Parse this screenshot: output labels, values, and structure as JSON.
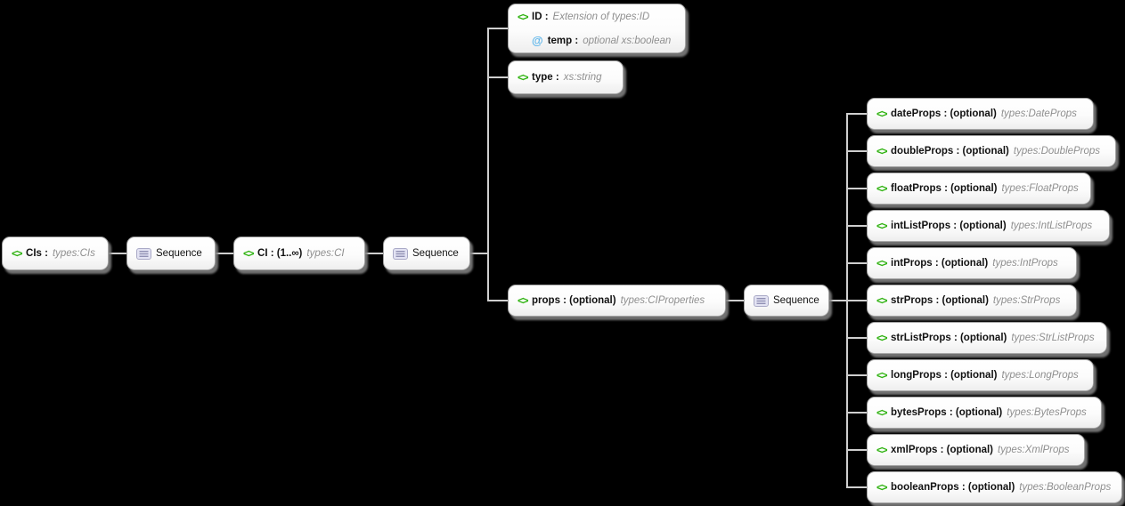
{
  "colors": {
    "canvas_background": "#000000",
    "box_background": "#ffffff",
    "box_border": "#a5a5a5",
    "connector": "#cfcfcf",
    "name_text": "#111111",
    "type_text": "#8f8f8f",
    "element_icon_green": "#2db20e",
    "attribute_icon_blue": "#5db5ea"
  },
  "icons": {
    "element": "<>",
    "attribute": "@"
  },
  "nodes": {
    "cis": {
      "label": "CIs :",
      "type": "types:CIs"
    },
    "sequence1": {
      "label": "Sequence"
    },
    "ci": {
      "label": "CI : (1..∞)",
      "type": "types:CI"
    },
    "sequence2": {
      "label": "Sequence"
    },
    "id": {
      "label": "ID :",
      "type": "Extension of types:ID"
    },
    "temp": {
      "label": "temp :",
      "type": "optional xs:boolean"
    },
    "typeEl": {
      "label": "type :",
      "type": "xs:string"
    },
    "props": {
      "label": "props : (optional)",
      "type": "types:CIProperties"
    },
    "sequence3": {
      "label": "Sequence"
    },
    "dateProps": {
      "label": "dateProps : (optional)",
      "type": "types:DateProps"
    },
    "doubleProps": {
      "label": "doubleProps : (optional)",
      "type": "types:DoubleProps"
    },
    "floatProps": {
      "label": "floatProps : (optional)",
      "type": "types:FloatProps"
    },
    "intListProps": {
      "label": "intListProps : (optional)",
      "type": "types:IntListProps"
    },
    "intProps": {
      "label": "intProps : (optional)",
      "type": "types:IntProps"
    },
    "strProps": {
      "label": "strProps : (optional)",
      "type": "types:StrProps"
    },
    "strListProps": {
      "label": "strListProps : (optional)",
      "type": "types:StrListProps"
    },
    "longProps": {
      "label": "longProps : (optional)",
      "type": "types:LongProps"
    },
    "bytesProps": {
      "label": "bytesProps : (optional)",
      "type": "types:BytesProps"
    },
    "xmlProps": {
      "label": "xmlProps : (optional)",
      "type": "types:XmlProps"
    },
    "booleanProps": {
      "label": "booleanProps : (optional)",
      "type": "types:BooleanProps"
    }
  }
}
